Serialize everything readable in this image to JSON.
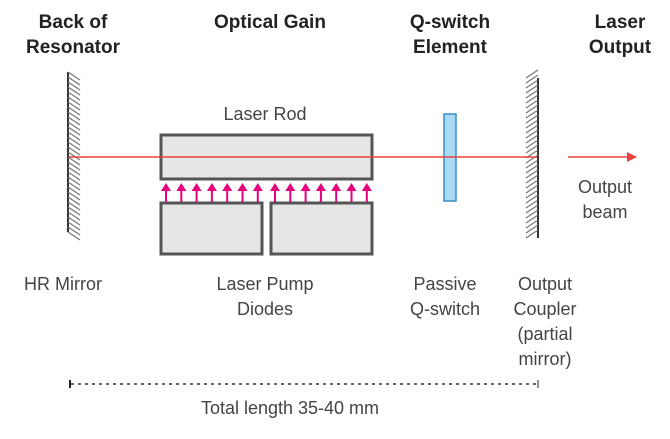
{
  "headers": {
    "back": [
      "Back of",
      "Resonator"
    ],
    "gain": "Optical Gain",
    "qswitch": [
      "Q-switch",
      "Element"
    ],
    "output": [
      "Laser",
      "Output"
    ]
  },
  "labels": {
    "laser_rod": "Laser Rod",
    "output_beam": [
      "Output",
      "beam"
    ],
    "hr_mirror": "HR Mirror",
    "pump_diodes": [
      "Laser Pump",
      "Diodes"
    ],
    "passive_qswitch": [
      "Passive",
      "Q-switch"
    ],
    "output_coupler": [
      "Output",
      "Coupler",
      "(partial",
      "mirror)"
    ],
    "total_length": "Total length 35-40 mm"
  },
  "colors": {
    "beam": "#e8423f",
    "pump_arrows": "#e6007e",
    "qswitch_fill": "#a8dcf5",
    "qswitch_stroke": "#3a8cc8",
    "component_fill": "#e6e6e6",
    "component_stroke": "#555555"
  },
  "pump_arrow_count": 14
}
